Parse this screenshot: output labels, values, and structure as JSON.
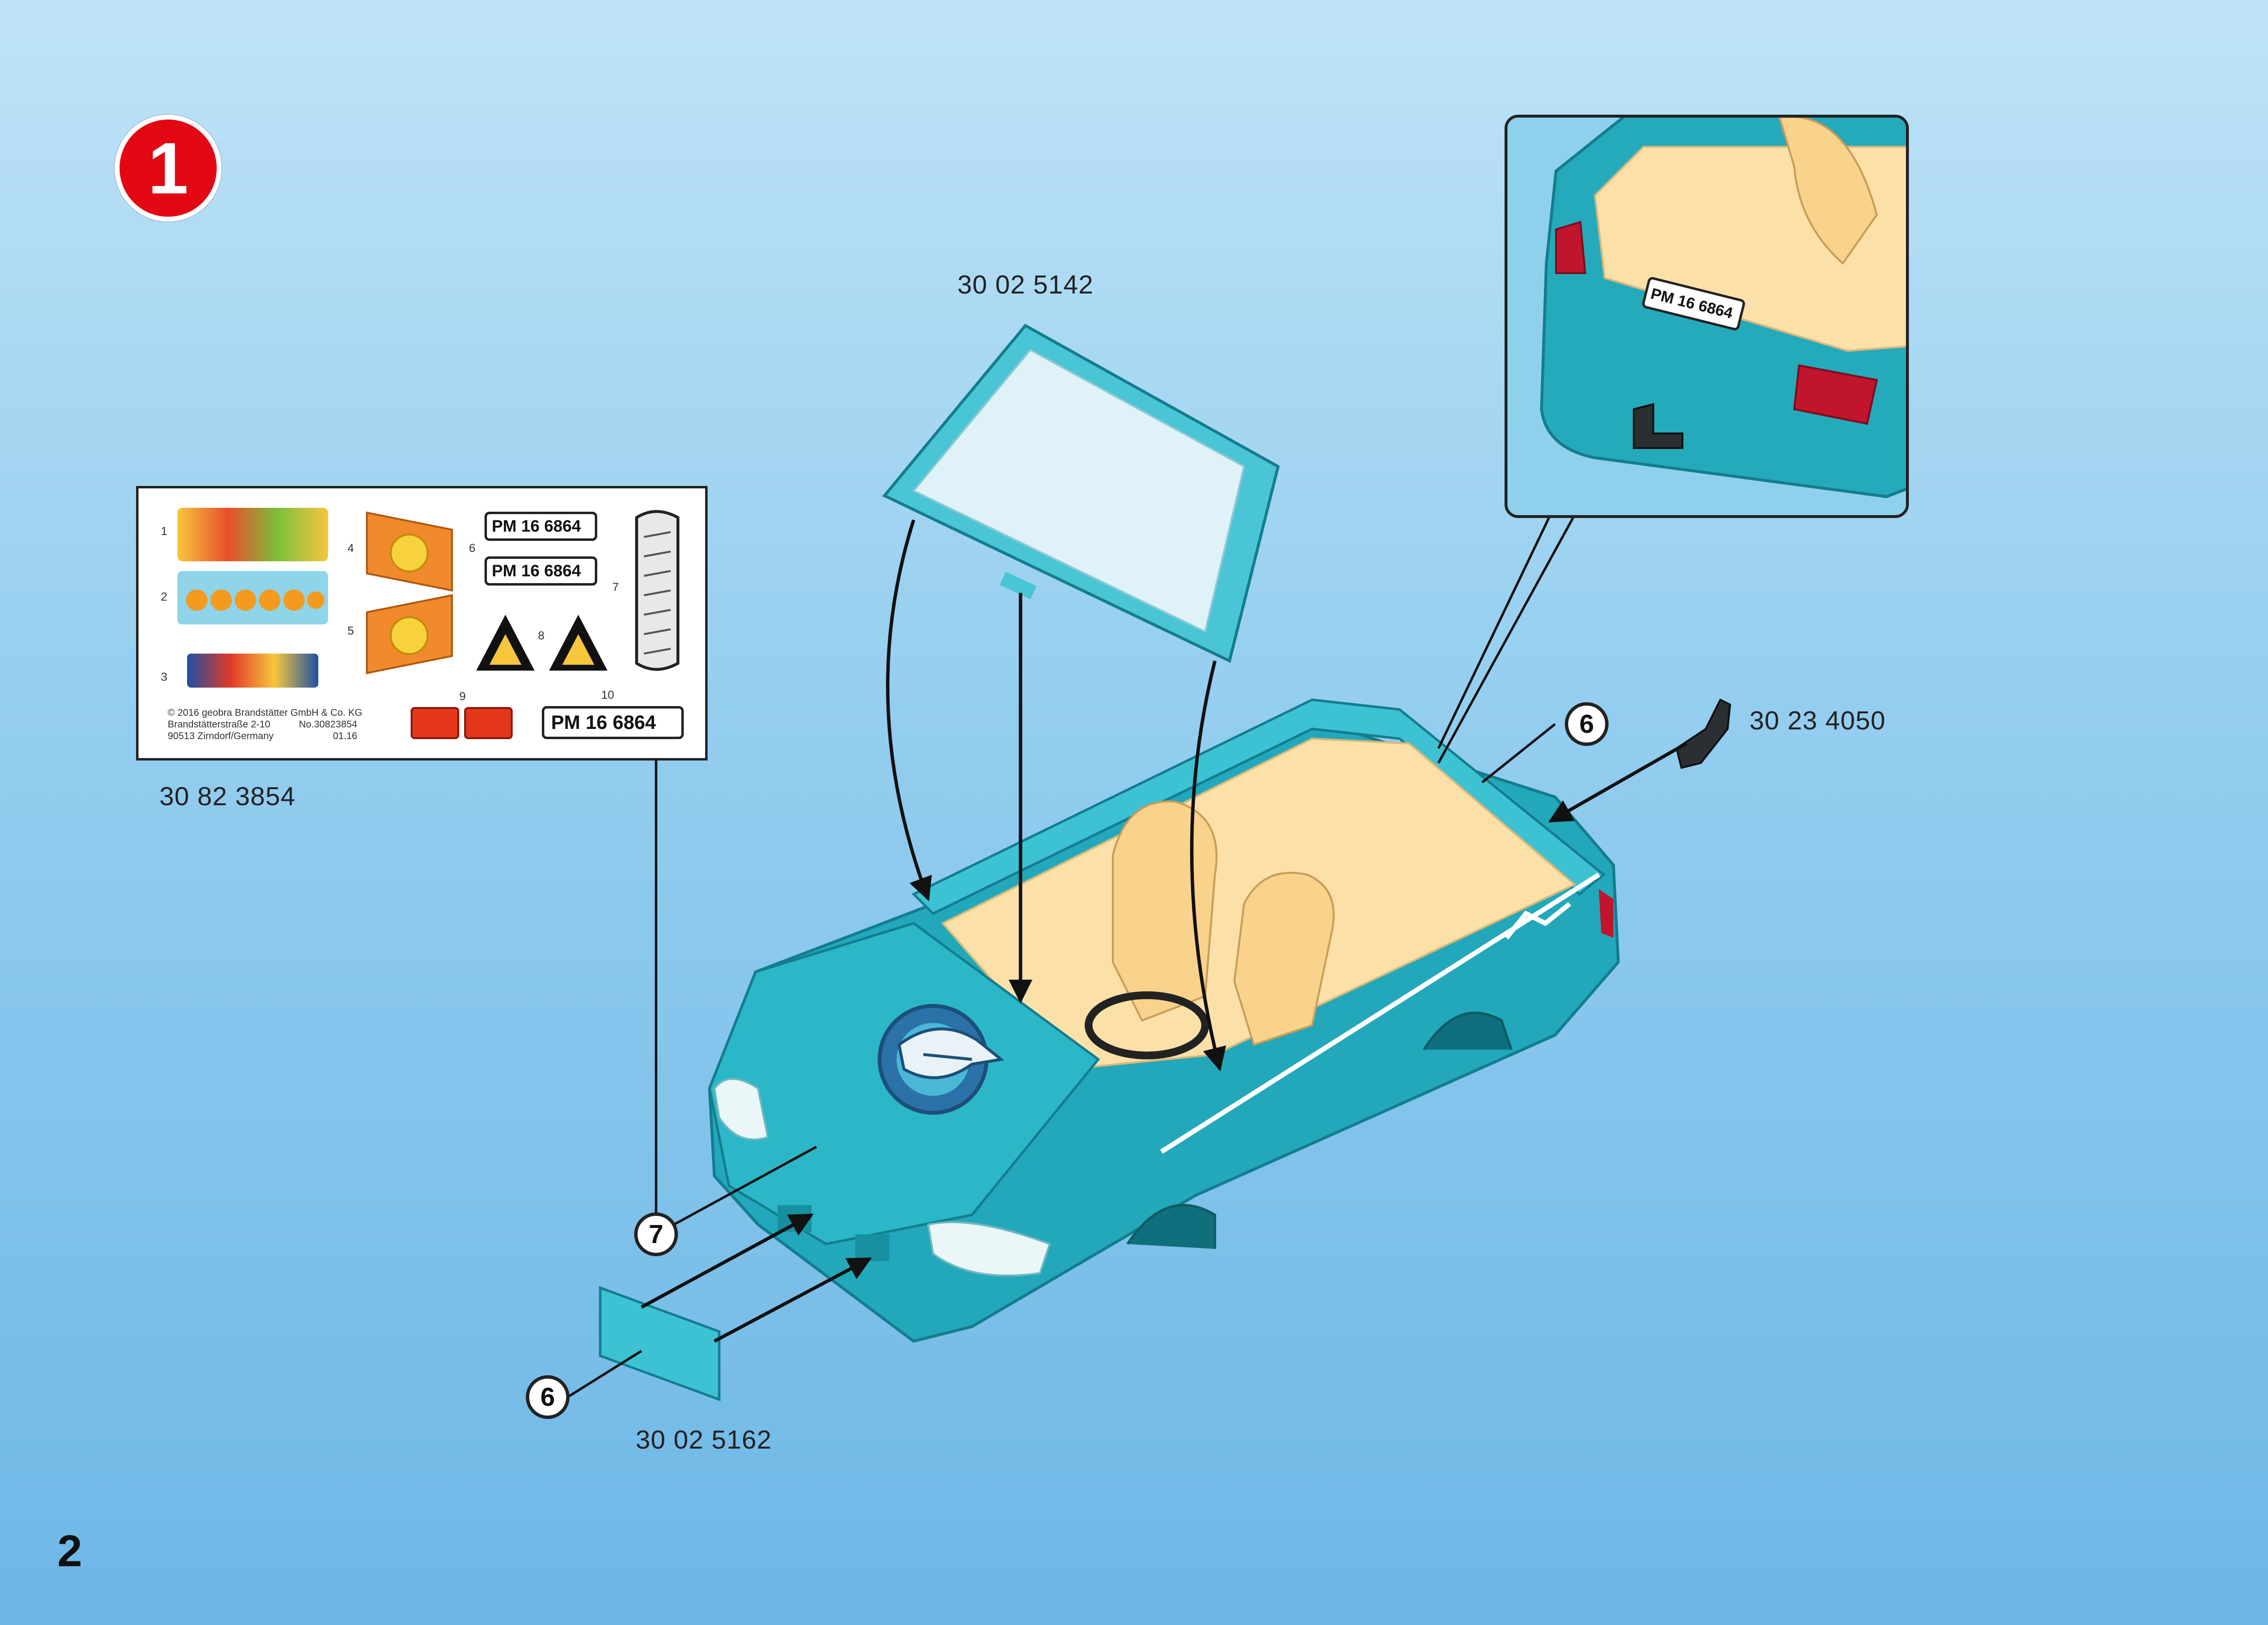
{
  "step": {
    "number": "1"
  },
  "page": {
    "number": "2"
  },
  "parts": {
    "windshield_code": "30 02 5142",
    "sticker_sheet_code": "30 82 3854",
    "tow_hitch_code": "30 23 4050",
    "plate_code": "30 02 5162"
  },
  "callouts": {
    "hitch_callout": "6",
    "plate_callout": "6",
    "grille_callout": "7"
  },
  "sticker_sheet": {
    "numbers": [
      "1",
      "2",
      "3",
      "4",
      "5",
      "6",
      "7",
      "8",
      "9",
      "10"
    ],
    "plate_text_1": "PM 16 6864",
    "plate_text_2": "PM 16 6864",
    "plate_text_10": "PM 16 6864",
    "copyright": "© 2016 geobra Brandstätter GmbH & Co. KG\nBrandstätterstraße 2-10\n90513 Zirndorf/Germany",
    "sheet_no": "No.30823854\n01.16"
  },
  "inset": {
    "plate_text": "PM 16 6864"
  },
  "colors": {
    "car_body": "#2ab3c4",
    "car_body_dark": "#178e9f",
    "interior": "#fbe0a8",
    "step_red": "#e30613",
    "background_top": "#bfe3f6",
    "background_bottom": "#6db7e6"
  },
  "icons": [
    "shark-logo-icon",
    "sun-icon",
    "warning-triangle-icon",
    "tow-hitch-icon",
    "arrow-icon"
  ]
}
